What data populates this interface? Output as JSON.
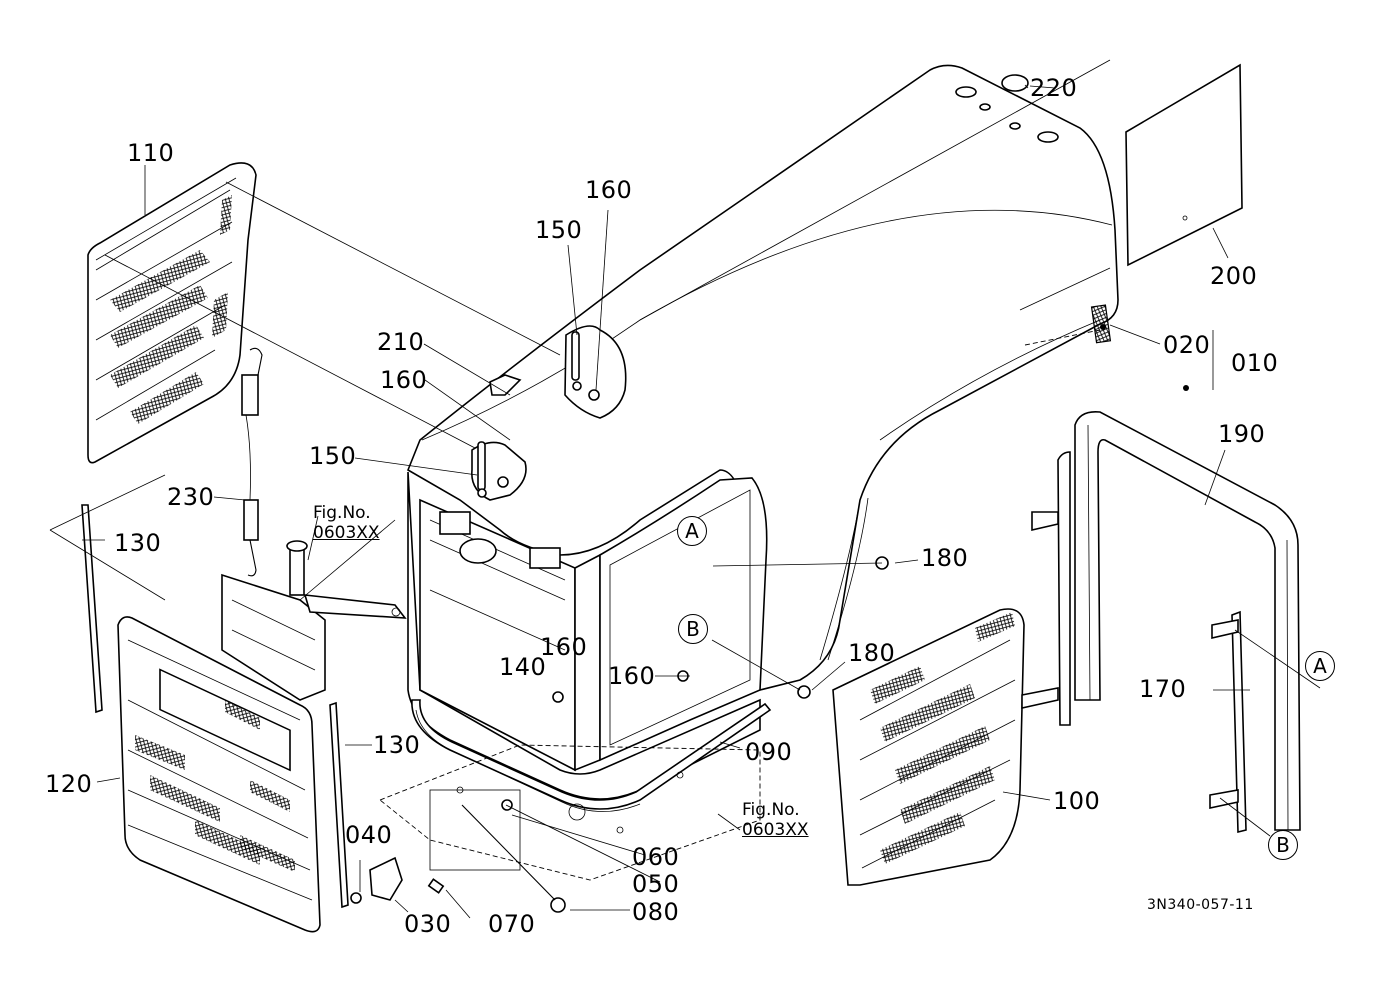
{
  "diagram": {
    "title": "Hood / Bonnet assembly exploded parts diagram",
    "document_id": "3N340-057-11",
    "callouts": {
      "p010": "010",
      "p020": "020",
      "p030": "030",
      "p040": "040",
      "p050": "050",
      "p060": "060",
      "p070": "070",
      "p080": "080",
      "p090": "090",
      "p100": "100",
      "p110": "110",
      "p120": "120",
      "p130_left": "130",
      "p130_right": "130",
      "p140": "140",
      "p150_top": "150",
      "p150_left": "150",
      "p160_top": "160",
      "p160_mid": "160",
      "p160_front": "160",
      "p160_side": "160",
      "p170": "170",
      "p180_upper": "180",
      "p180_lower": "180",
      "p190": "190",
      "p200": "200",
      "p210": "210",
      "p220": "220",
      "p230": "230"
    },
    "references": [
      {
        "prefix": "Fig.No.",
        "code": "0603XX"
      },
      {
        "prefix": "Fig.No.",
        "code": "0603XX"
      }
    ],
    "connectors": {
      "a_body": "A",
      "b_body": "B",
      "a_frame": "A",
      "b_frame": "B"
    }
  }
}
